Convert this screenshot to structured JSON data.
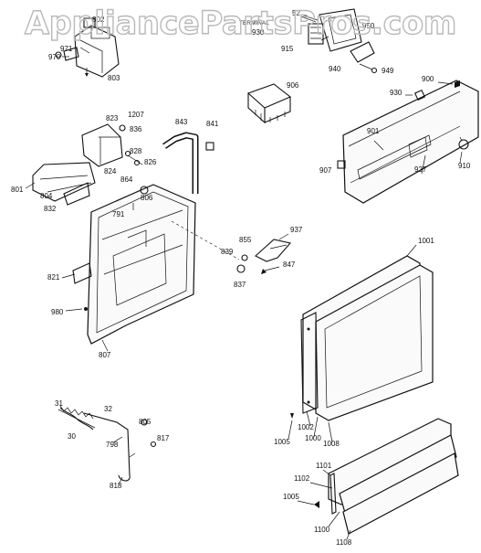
{
  "watermark": "AppliancePartsPros.com",
  "parts": {
    "p52": "52",
    "p802": "802",
    "p971": "971",
    "p970": "970",
    "p803": "803",
    "p915": "915",
    "p940": "940",
    "p949": "949",
    "p906": "906",
    "p900": "900",
    "p930": "930",
    "p823": "823",
    "p1207": "1207",
    "p843": "843",
    "p841": "841",
    "p836": "836",
    "p828": "828",
    "p826": "826",
    "p864": "864",
    "p824": "824",
    "p806": "806",
    "p801": "801",
    "p804": "804",
    "p832": "832",
    "p791": "791",
    "p901": "901",
    "p907": "907",
    "p927": "927",
    "p910": "910",
    "p937": "937",
    "p855": "855",
    "p839": "839",
    "p847": "847",
    "p837": "837",
    "p821": "821",
    "p980": "980",
    "p807": "807",
    "p1001": "1001",
    "p1005a": "1005",
    "p1002": "1002",
    "p1000": "1000",
    "p1008": "1008",
    "p31": "31",
    "p32": "32",
    "p30": "30",
    "p805": "805",
    "p798": "798",
    "p817": "817",
    "p818": "818",
    "p1101": "1101",
    "p1102": "1102",
    "p1005b": "1005",
    "p1100": "1100",
    "p1108": "1108",
    "p950": "950",
    "p930top": "930",
    "terminal": "TERMINAL"
  }
}
